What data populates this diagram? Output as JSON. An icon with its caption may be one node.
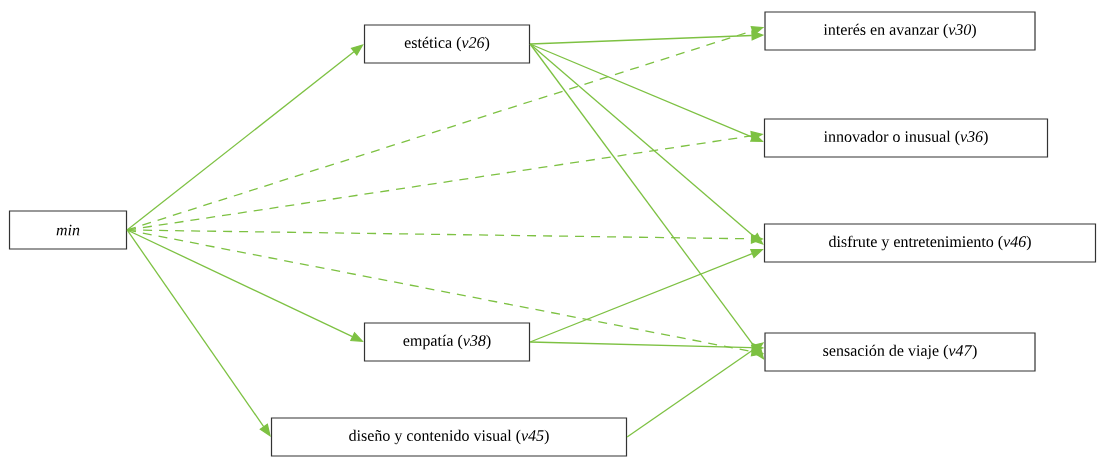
{
  "diagram": {
    "nodes": [
      {
        "text": [
          "min"
        ]
      },
      {
        "text": [
          "estética (*v26*)"
        ]
      },
      {
        "text": [
          "empatía (*v38*)"
        ]
      },
      {
        "text": [
          "diseño y contenido visual (*v45*)"
        ]
      },
      {
        "text": [
          "interés en avanzar (*v30*)"
        ]
      },
      {
        "text": [
          "innovador o inusual (*v36*)"
        ]
      },
      {
        "text": [
          "disfrute y entretenimiento (*v46*)"
        ]
      },
      {
        "text": [
          "sensación de viaje (*v47*)"
        ]
      }
    ],
    "edges": [
      {
        "from": 0,
        "to": 1,
        "arrow": "to"
      },
      {
        "from": 0,
        "to": 2,
        "arrow": "to"
      },
      {
        "from": 0,
        "to": 3,
        "arrow": "to"
      },
      {
        "from": 0,
        "to": 4,
        "arrow": "to",
        "style": "dashed"
      },
      {
        "from": 0,
        "to": 5,
        "arrow": "to",
        "style": "dashed"
      },
      {
        "from": 0,
        "to": 6,
        "arrow": "to",
        "style": "dashed"
      },
      {
        "from": 0,
        "to": 7,
        "arrow": "to",
        "style": "dashed"
      },
      {
        "from": 1,
        "to": 4,
        "arrow": "to"
      },
      {
        "from": 1,
        "to": 5,
        "arrow": "to"
      },
      {
        "from": 1,
        "to": 6,
        "arrow": "to"
      },
      {
        "from": 1,
        "to": 7,
        "arrow": "to"
      },
      {
        "from": 2,
        "to": 6,
        "arrow": "to"
      },
      {
        "from": 2,
        "to": 7,
        "arrow": "to"
      },
      {
        "from": 3,
        "to": 7,
        "arrow": "to"
      }
    ]
  }
}
